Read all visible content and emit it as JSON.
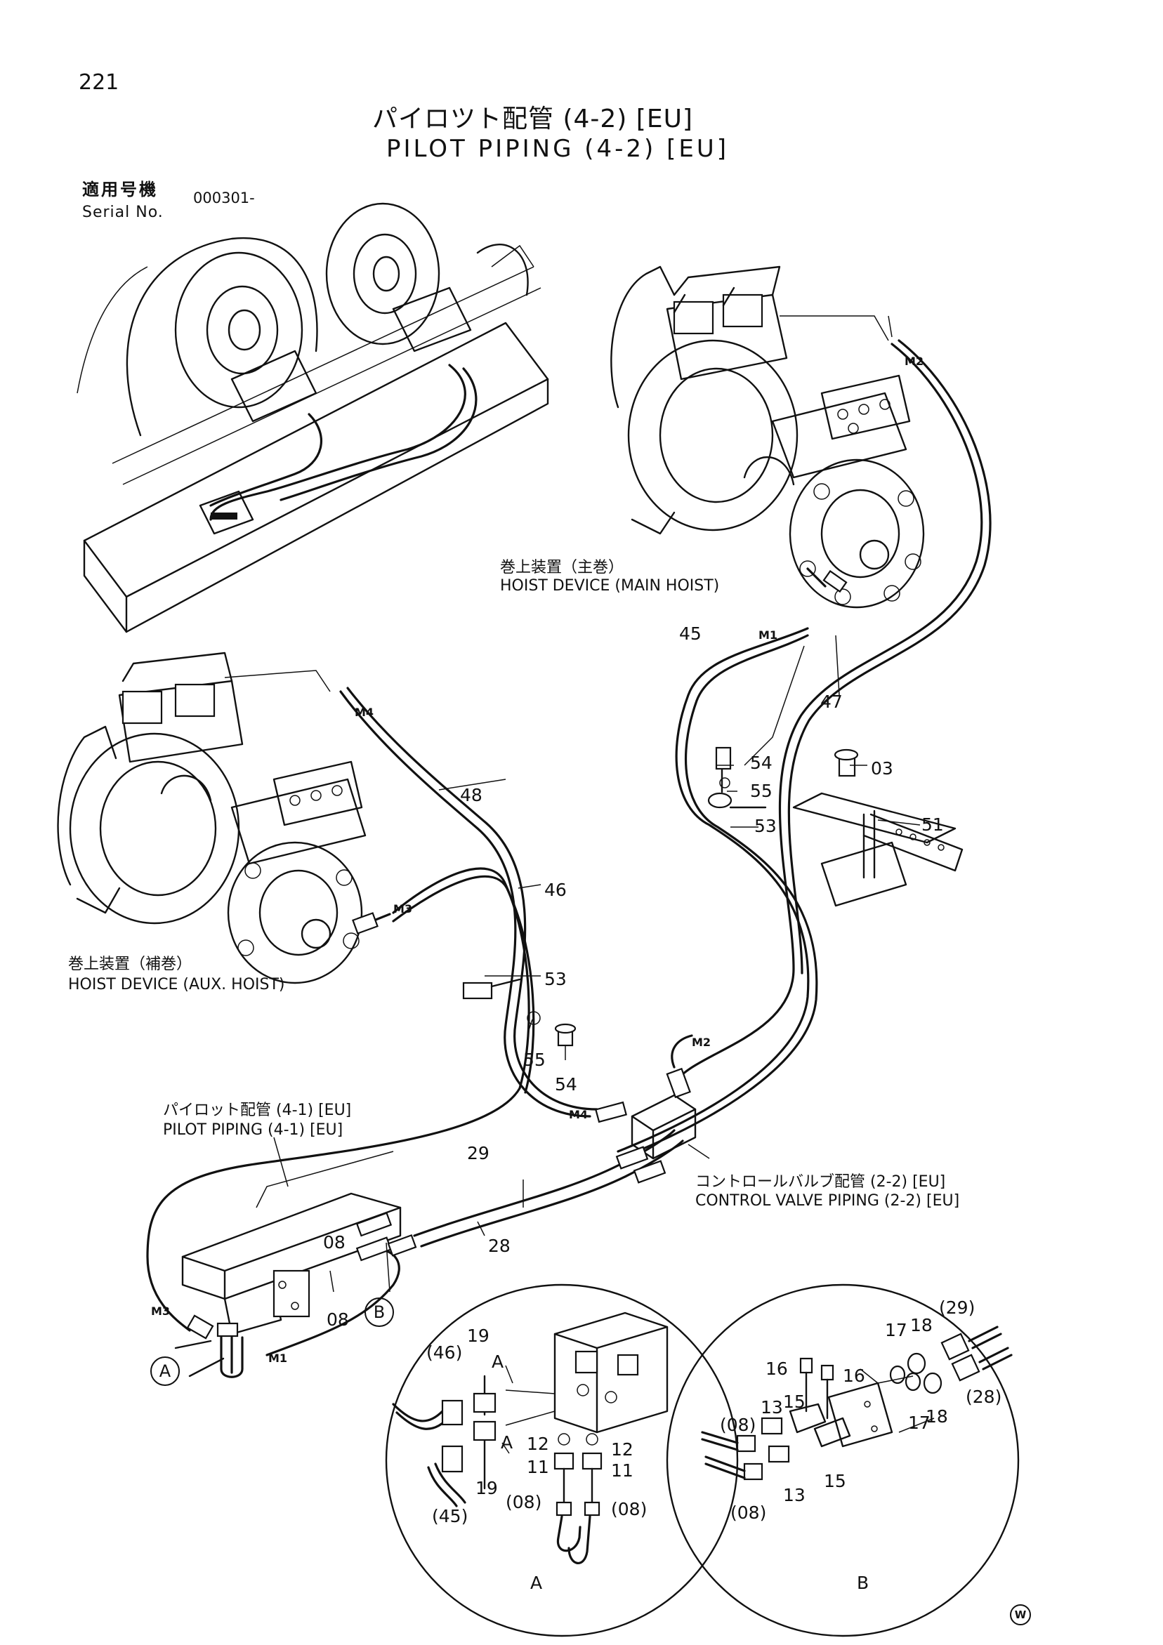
{
  "page": {
    "number": "221"
  },
  "title": {
    "jp": "パイロツト配管 (4-2) [EU]",
    "en": "PILOT PIPING (4-2) [EU]"
  },
  "serial": {
    "jp": "適用号機",
    "en": "Serial No.",
    "value": "000301-"
  },
  "labels": {
    "main_hoist_jp": "巻上装置（主巻）",
    "main_hoist_en": "HOIST DEVICE (MAIN HOIST)",
    "aux_hoist_jp": "巻上装置（補巻）",
    "aux_hoist_en": "HOIST DEVICE (AUX. HOIST)",
    "pilot41_jp": "パイロット配管 (4-1) [EU]",
    "pilot41_en": "PILOT PIPING (4-1) [EU]",
    "cv_jp": "コントロールバルブ配管 (2-2) [EU]",
    "cv_en": "CONTROL VALVE PIPING (2-2) [EU]"
  },
  "markers": {
    "m1": "M1",
    "m2": "M2",
    "m3": "M3",
    "m4": "M4"
  },
  "parts": {
    "p45": "45",
    "p47": "47",
    "p54a": "54",
    "p03": "03",
    "p55a": "55",
    "p53a": "53",
    "p51": "51",
    "p48": "48",
    "p46": "46",
    "p53b": "53",
    "p55b": "55",
    "p54b": "54",
    "p29": "29",
    "p28": "28",
    "p08a": "08",
    "p08b": "08"
  },
  "detail_a": {
    "label": "A",
    "p19a": "19",
    "p19b": "19",
    "p46": "(46)",
    "p45": "(45)",
    "pA1": "A",
    "pA2": "A",
    "p12a": "12",
    "p12b": "12",
    "p11a": "11",
    "p11b": "11",
    "p08a": "(08)",
    "p08b": "(08)"
  },
  "detail_b": {
    "label": "B",
    "p16a": "16",
    "p16b": "16",
    "p17a": "17",
    "p18a": "18",
    "p29": "(29)",
    "p28": "(28)",
    "p13a": "13",
    "p15a": "15",
    "p08a": "(08)",
    "p17b": "17",
    "p18b": "18",
    "p13b": "13",
    "p15b": "15",
    "p08b": "(08)"
  },
  "callouts": {
    "a": "A",
    "b": "B"
  },
  "watermark": "W"
}
